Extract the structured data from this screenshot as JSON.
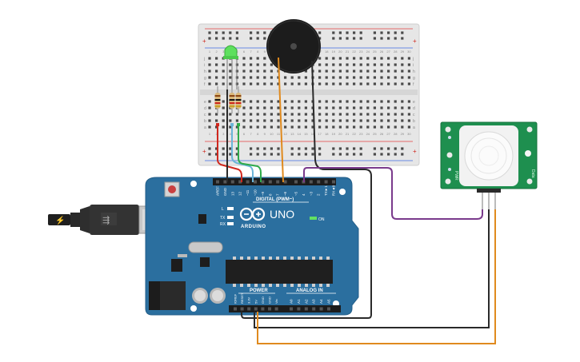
{
  "breadboard": {
    "column_numbers": [
      "1",
      "2",
      "3",
      "4",
      "5",
      "6",
      "7",
      "8",
      "9",
      "10",
      "11",
      "12",
      "13",
      "14",
      "15",
      "16",
      "17",
      "18",
      "19",
      "20",
      "21",
      "22",
      "23",
      "24",
      "25",
      "26",
      "27",
      "28",
      "29",
      "30"
    ],
    "row_letters_top": [
      "j",
      "i",
      "h",
      "g",
      "f"
    ],
    "row_letters_bottom": [
      "e",
      "d",
      "c",
      "b",
      "a"
    ],
    "rail_plus": "+",
    "rail_minus": "−"
  },
  "arduino": {
    "brand": "ARDUINO",
    "model": "UNO",
    "on_label": "ON",
    "led_l": "L",
    "led_tx": "TX",
    "led_rx": "RX",
    "digital_header_label": "DIGITAL (PWM~)",
    "power_label": "POWER",
    "analog_label": "ANALOG IN",
    "digital_pins": [
      "AREF",
      "GND",
      "13",
      "12",
      "~11",
      "~10",
      "~9",
      "8",
      "7",
      "~6",
      "~5",
      "4",
      "~3",
      "2",
      "TX►1",
      "RX◄0"
    ],
    "power_pins": [
      "IOREF",
      "RESET",
      "3.3V",
      "5V",
      "GND",
      "GND",
      "Vin"
    ],
    "analog_pins": [
      "A0",
      "A1",
      "A2",
      "A3",
      "A4",
      "A5"
    ]
  },
  "pir_sensor": {
    "label_left": "PWR",
    "label_right": "Data"
  },
  "colors": {
    "board_blue": "#2b6f9f",
    "wire_red": "#d0281e",
    "wire_black": "#2a2a2a",
    "wire_blue": "#6ab4d8",
    "wire_green": "#2eaa4a",
    "wire_orange": "#e08a1e",
    "wire_purple": "#7a3a8c",
    "sensor_green": "#1e8f4f",
    "led_green": "#5ee05e"
  }
}
